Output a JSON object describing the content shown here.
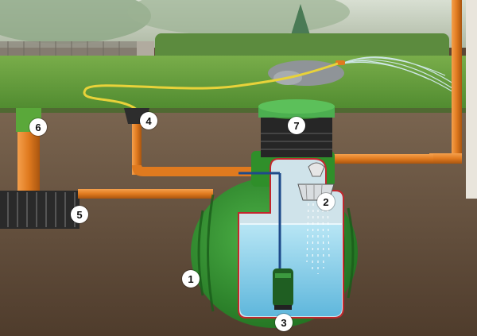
{
  "markers": [
    {
      "id": "1",
      "name": "marker-1-tank-body"
    },
    {
      "id": "2",
      "name": "marker-2-filter-basket"
    },
    {
      "id": "3",
      "name": "marker-3-calmed-inlet"
    },
    {
      "id": "4",
      "name": "marker-4-overflow-siphon"
    },
    {
      "id": "5",
      "name": "marker-5-infiltration-block"
    },
    {
      "id": "6",
      "name": "marker-6-downpipe-riser"
    },
    {
      "id": "7",
      "name": "marker-7-telescopic-dome"
    }
  ],
  "colors": {
    "sky": "#cfd8c8",
    "lawn": "#5f9a3a",
    "soil": "#6b5744",
    "pipe_orange": "#e07a1f",
    "tank_green": "#2f8f2a",
    "water_blue": "#8fd3ee",
    "lid_green": "#4caf50",
    "hose_yellow": "#e8d23a",
    "inner_frame_red": "#c2272d"
  },
  "icons": [
    "garden-sprinkler-icon",
    "submersible-pump-icon",
    "filter-basket-icon"
  ]
}
